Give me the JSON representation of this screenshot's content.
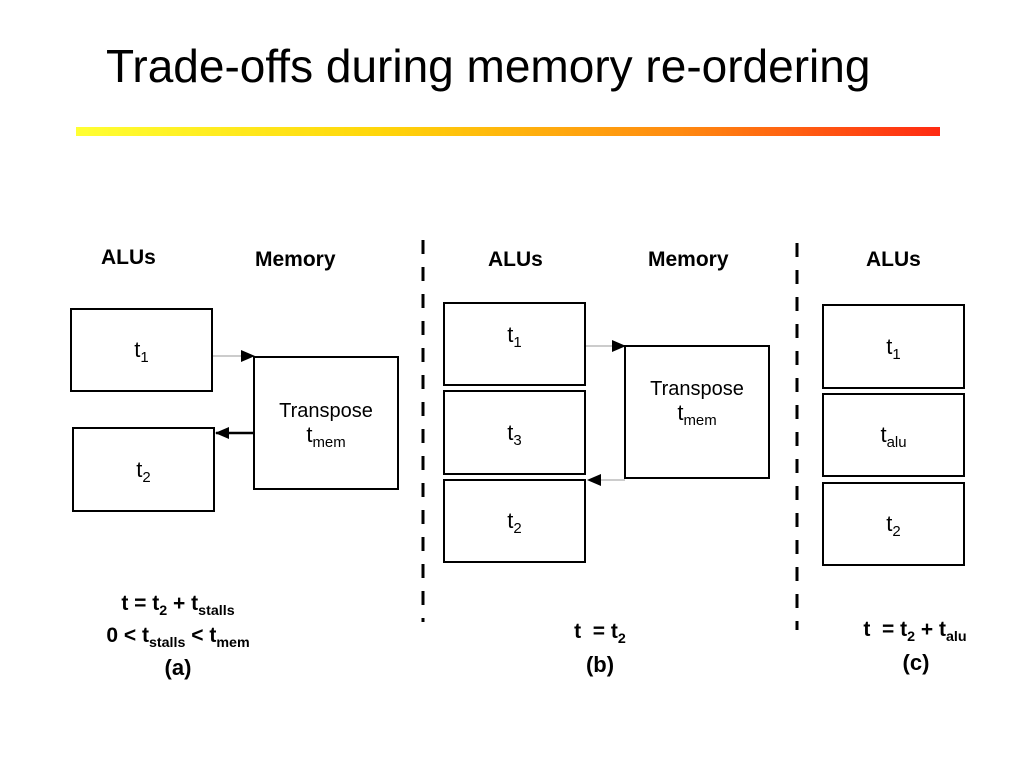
{
  "title": "Trade-offs during memory re-ordering",
  "panel_a": {
    "alus_header": "ALUs",
    "memory_header": "Memory",
    "box_top": {
      "base": "t",
      "sub": "1"
    },
    "box_bottom": {
      "base": "t",
      "sub": "2"
    },
    "memory_box": {
      "label": "Transpose",
      "base": "t",
      "sub": "mem"
    },
    "formula_line1": {
      "t1": "t = t",
      "s1": "2",
      "t2": " + t",
      "s2": "stalls"
    },
    "formula_line2": {
      "t1": "0 < t",
      "s1": "stalls",
      "t2": " < t",
      "s2": "mem"
    },
    "caption": "(a)"
  },
  "panel_b": {
    "alus_header": "ALUs",
    "memory_header": "Memory",
    "box_top": {
      "base": "t",
      "sub": "1"
    },
    "box_middle": {
      "base": "t",
      "sub": "3"
    },
    "box_bottom": {
      "base": "t",
      "sub": "2"
    },
    "memory_box": {
      "label": "Transpose",
      "base": "t",
      "sub": "mem"
    },
    "formula_line1": {
      "t1": "t  = t",
      "s1": "2"
    },
    "caption": "(b)"
  },
  "panel_c": {
    "alus_header": "ALUs",
    "box_top": {
      "base": "t",
      "sub": "1"
    },
    "box_middle": {
      "base": "t",
      "sub": "alu"
    },
    "box_bottom": {
      "base": "t",
      "sub": "2"
    },
    "formula_line1": {
      "t1": "t  = t",
      "s1": "2",
      "t2": " + t",
      "s2": "alu"
    },
    "caption": "(c)"
  }
}
